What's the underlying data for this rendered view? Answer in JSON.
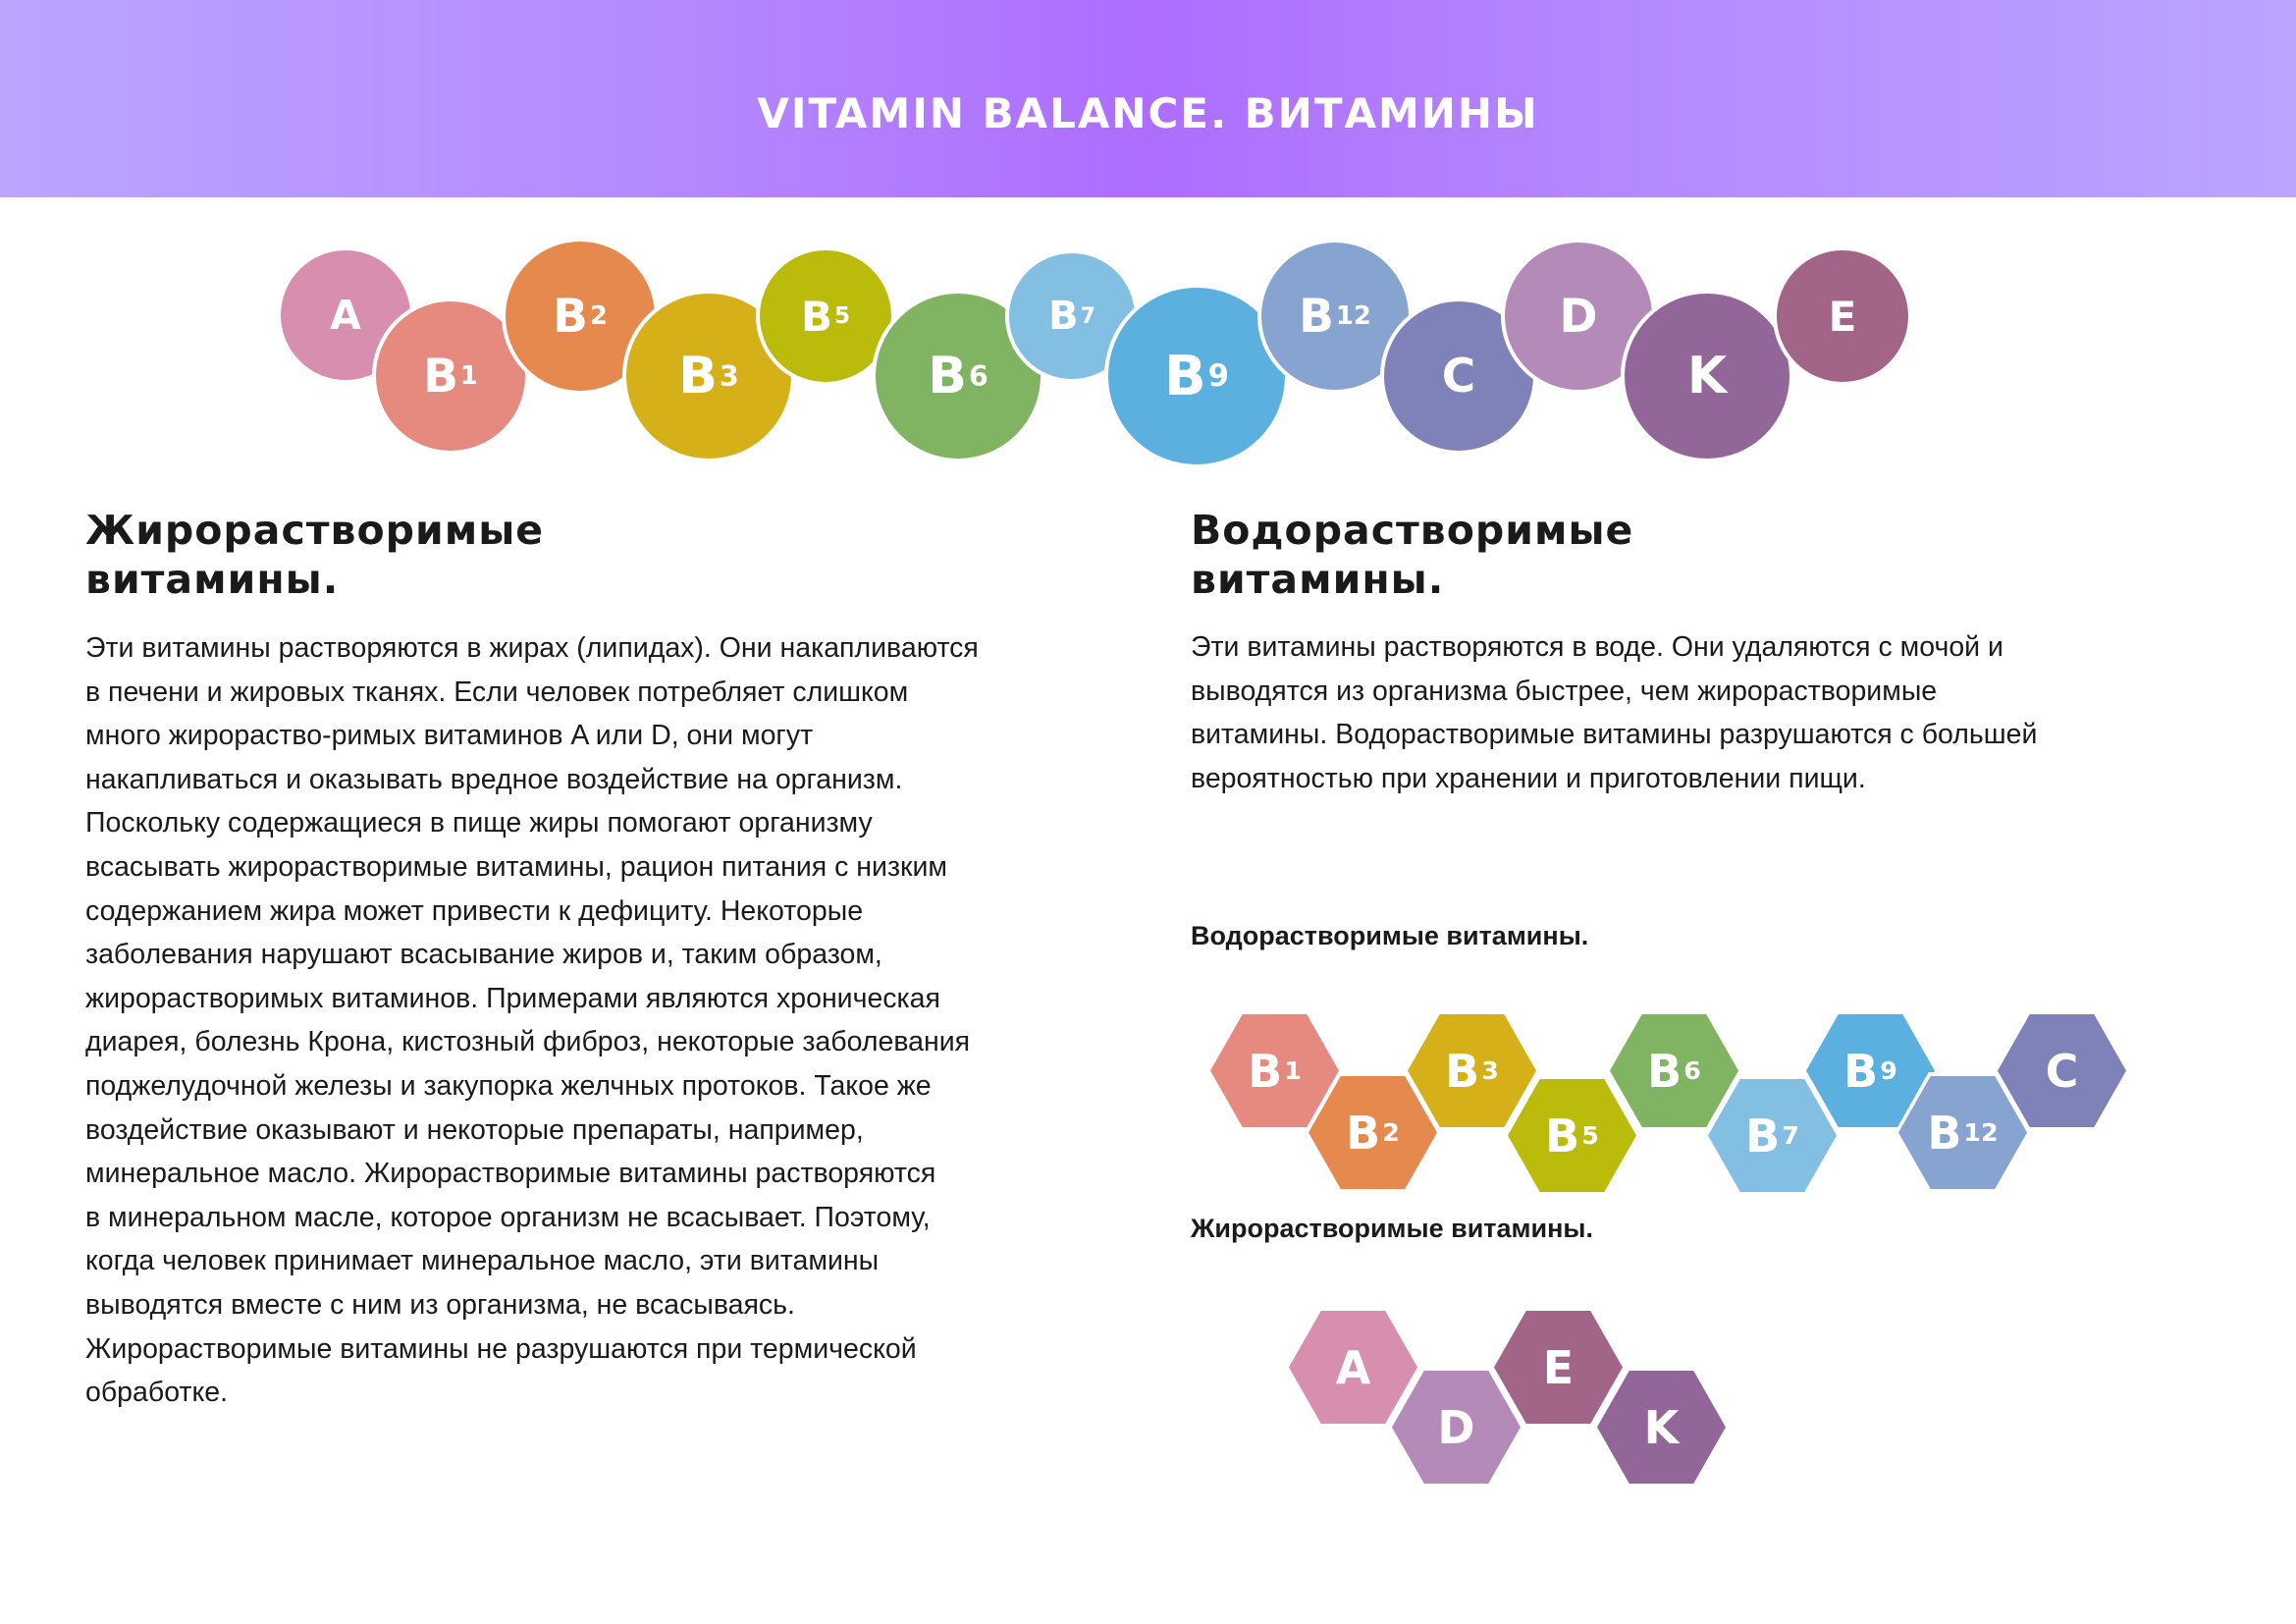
{
  "header": {
    "title": "VITAMIN BALANCE. ВИТАМИНЫ"
  },
  "circles": [
    {
      "base": "A",
      "sup": "",
      "color": "#d88eaf"
    },
    {
      "base": "B",
      "sup": "1",
      "color": "#e68a80"
    },
    {
      "base": "B",
      "sup": "2",
      "color": "#e5894f"
    },
    {
      "base": "B",
      "sup": "3",
      "color": "#d6b018"
    },
    {
      "base": "B",
      "sup": "5",
      "color": "#bbbb0c"
    },
    {
      "base": "B",
      "sup": "6",
      "color": "#80b362"
    },
    {
      "base": "B",
      "sup": "7",
      "color": "#82bfe3"
    },
    {
      "base": "B",
      "sup": "9",
      "color": "#5bb0e0"
    },
    {
      "base": "B",
      "sup": "12",
      "color": "#87a4d0"
    },
    {
      "base": "C",
      "sup": "",
      "color": "#7f81b9"
    },
    {
      "base": "D",
      "sup": "",
      "color": "#b38ab8"
    },
    {
      "base": "K",
      "sup": "",
      "color": "#926698"
    },
    {
      "base": "E",
      "sup": "",
      "color": "#a36587"
    }
  ],
  "fat": {
    "heading": [
      "Жирорастворимые",
      "витамины."
    ],
    "lines": [
      "Эти витамины растворяются в жирах (липидах). Они накапливаются",
      "в печени и жировых тканях. Если человек потребляет слишком",
      "много жирораство-римых витаминов A или D, они могут",
      "накапливаться и оказывать вредное воздействие на организм.",
      "Поскольку содержащиеся в пище жиры помогают организму",
      "всасывать жирорастворимые витамины, рацион питания с низким",
      "содержанием жира может привести к дефициту. Некоторые",
      "заболевания нарушают всасывание жиров и, таким образом,",
      "жирорастворимых витаминов. Примерами являются хроническая",
      "диарея, болезнь Крона, кистозный фиброз, некоторые заболевания",
      "поджелудочной железы и закупорка желчных протоков. Такое же",
      "воздействие оказывают и некоторые препараты, например,",
      "минеральное масло. Жирорастворимые витамины растворяются",
      "в минеральном масле, которое организм не всасывает. Поэтому,",
      "когда человек принимает минеральное масло, эти витамины",
      "выводятся вместе с ним из организма, не всасываясь.",
      "Жирорастворимые витамины не разрушаются при термической",
      "обработке."
    ]
  },
  "water": {
    "heading": [
      "Водорастворимые",
      "витамины."
    ],
    "lines": [
      "Эти витамины растворяются в воде. Они удаляются с мочой и",
      "выводятся из организма быстрее, чем жирорастворимые",
      "витамины. Водорастворимые витамины разрушаются с большей",
      "вероятностью при хранении и приготовлении пищи."
    ]
  },
  "groups": {
    "water_title": "Водорастворимые витамины.",
    "water_hexes": [
      {
        "base": "B",
        "sup": "1",
        "color": "#e68a80"
      },
      {
        "base": "B",
        "sup": "2",
        "color": "#e5894f"
      },
      {
        "base": "B",
        "sup": "3",
        "color": "#d6b018"
      },
      {
        "base": "B",
        "sup": "5",
        "color": "#bbbb0c"
      },
      {
        "base": "B",
        "sup": "6",
        "color": "#80b362"
      },
      {
        "base": "B",
        "sup": "7",
        "color": "#82bfe3"
      },
      {
        "base": "B",
        "sup": "9",
        "color": "#5bb0e0"
      },
      {
        "base": "B",
        "sup": "12",
        "color": "#87a4d0"
      },
      {
        "base": "C",
        "sup": "",
        "color": "#7f81b9"
      }
    ],
    "fat_title": "Жирорастворимые витамины.",
    "fat_hexes": [
      {
        "base": "A",
        "sup": "",
        "color": "#d88eaf"
      },
      {
        "base": "D",
        "sup": "",
        "color": "#b38ab8"
      },
      {
        "base": "E",
        "sup": "",
        "color": "#a36587"
      },
      {
        "base": "K",
        "sup": "",
        "color": "#926698"
      }
    ]
  }
}
